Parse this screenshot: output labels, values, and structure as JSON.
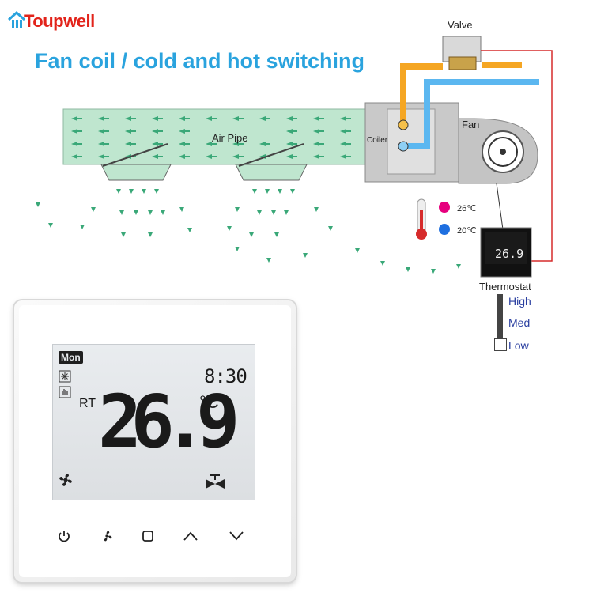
{
  "brand": {
    "name": "Toupwell"
  },
  "headline": "Fan coil / cold and hot switching",
  "diagram": {
    "valve_label": "Valve",
    "air_pipe_label": "Air Pipe",
    "coiler_label": "Coiler",
    "fan_label": "Fan",
    "thermostat_label": "Thermostat",
    "legend": [
      {
        "label": "26℃",
        "color": "#e6007e"
      },
      {
        "label": "20℃",
        "color": "#1e6fe0"
      }
    ],
    "speed_levels": [
      "High",
      "Med",
      "Low"
    ],
    "mini_display_temp": "26.9",
    "colors": {
      "hot_pipe": "#f5a623",
      "cold_pipe": "#5bb7f0",
      "wire": "#d62b2b",
      "air_box": "#bfe6cf",
      "arrows": "#3aa878",
      "speed_text": "#2a3fa0"
    }
  },
  "device": {
    "day": "Mon",
    "time": "8:30",
    "mode_label": "RT",
    "temperature": "26.9",
    "unit": "°C",
    "buttons": [
      {
        "name": "power-button",
        "icon": "power-icon"
      },
      {
        "name": "fan-button",
        "icon": "fan-icon"
      },
      {
        "name": "mode-button",
        "icon": "square-icon"
      },
      {
        "name": "up-button",
        "icon": "chevron-up-icon"
      },
      {
        "name": "down-button",
        "icon": "chevron-down-icon"
      }
    ]
  }
}
